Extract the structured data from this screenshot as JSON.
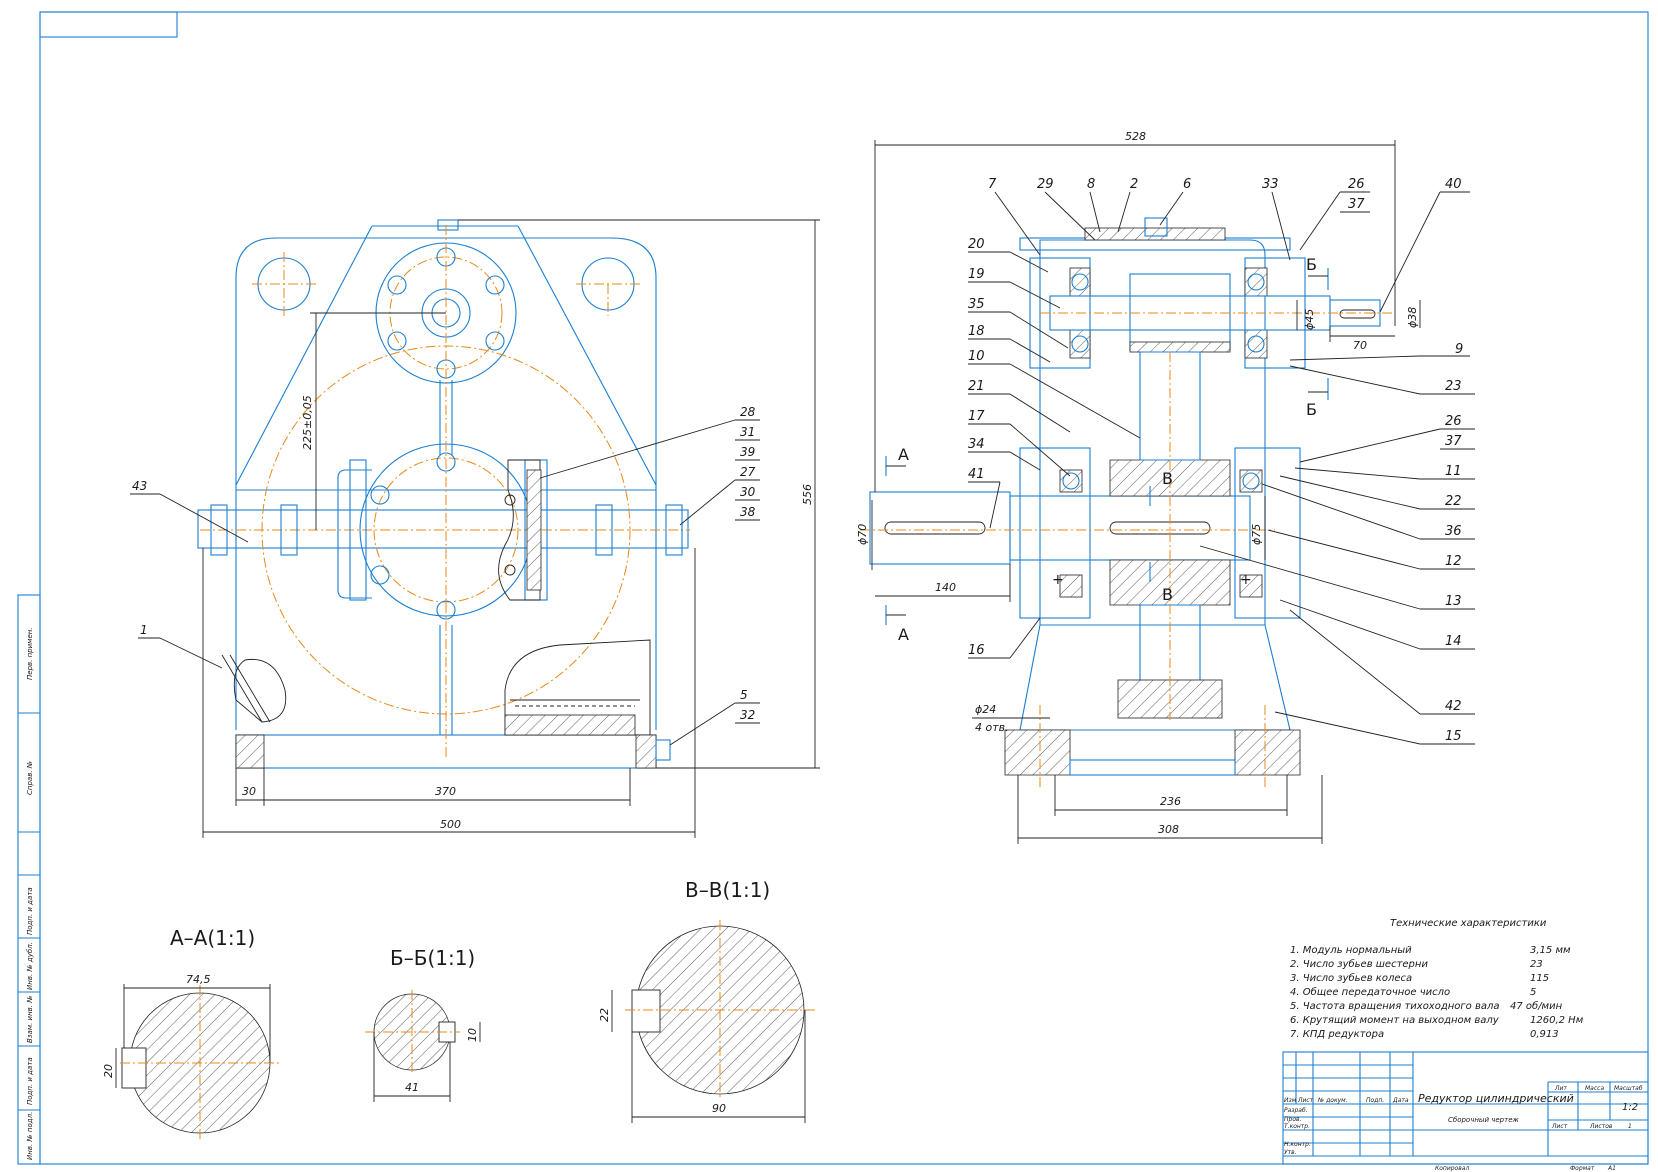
{
  "views": {
    "front": {
      "dim_500": "500",
      "dim_370": "370",
      "dim_30": "30",
      "dim_556": "556",
      "dim_225": "225±0,05",
      "callouts": [
        "43",
        "1",
        "28",
        "31",
        "39",
        "27",
        "30",
        "38",
        "5",
        "32"
      ]
    },
    "side": {
      "dim_528": "528",
      "dim_140": "140",
      "dim_70": "70",
      "dim_308": "308",
      "dim_236": "236",
      "dia_70": "ϕ70",
      "dia_75": "ϕ75",
      "dia_45": "ϕ45",
      "dia_38": "ϕ38",
      "dia_24": "ϕ24",
      "holes": "4 отв.",
      "section_a": "А",
      "section_b": "Б",
      "section_v": "В",
      "callouts_left": [
        "7",
        "29",
        "8",
        "2",
        "6",
        "20",
        "19",
        "35",
        "18",
        "10",
        "21",
        "17",
        "34",
        "41",
        "16"
      ],
      "callouts_right": [
        "33",
        "26",
        "37",
        "40",
        "9",
        "23",
        "26",
        "37",
        "11",
        "22",
        "36",
        "12",
        "13",
        "14",
        "42",
        "15"
      ]
    },
    "section_aa": {
      "title": "А–А(1:1)",
      "dim_745": "74,5",
      "dim_20": "20"
    },
    "section_bb": {
      "title": "Б–Б(1:1)",
      "dim_41": "41",
      "dim_10": "10"
    },
    "section_vv": {
      "title": "В–В(1:1)",
      "dim_90": "90",
      "dim_22": "22"
    }
  },
  "specs": {
    "title": "Технические характеристики",
    "rows": [
      {
        "name": "1. Модуль нормальный",
        "value": "3,15 мм"
      },
      {
        "name": "2. Число зубьев шестерни",
        "value": "23"
      },
      {
        "name": "3. Число зубьев колеса",
        "value": "115"
      },
      {
        "name": "4. Общее передаточное число",
        "value": "5"
      },
      {
        "name": "5. Частота вращения тихоходного вала",
        "value": "47 об/мин"
      },
      {
        "name": "6. Крутящий момент на выходном валу",
        "value": "1260,2 Нм"
      },
      {
        "name": "7. КПД редуктора",
        "value": "0,913"
      }
    ]
  },
  "title_block": {
    "name": "Редуктор цилиндрический",
    "doc_type": "Сборочный чертеж",
    "lit": "Лит",
    "mass": "Масса",
    "scale": "Масштаб",
    "scale_value": "1:2",
    "sheet": "Лист",
    "sheets": "Листов",
    "sheets_value": "1",
    "cols": [
      "Изм",
      "Лист",
      "№ докум.",
      "Подп.",
      "Дата"
    ],
    "rows": [
      "Разраб.",
      "Пров.",
      "Т.контр.",
      "Н.контр.",
      "Утв."
    ],
    "copied": "Копировал",
    "format": "Формат",
    "format_value": "A1"
  },
  "side_strip": [
    "Перв. примен.",
    "Справ. №",
    "Подп. и дата",
    "Инв. № дубл.",
    "Взам. инв. №",
    "Подп. и дата",
    "Инв. № подл."
  ]
}
